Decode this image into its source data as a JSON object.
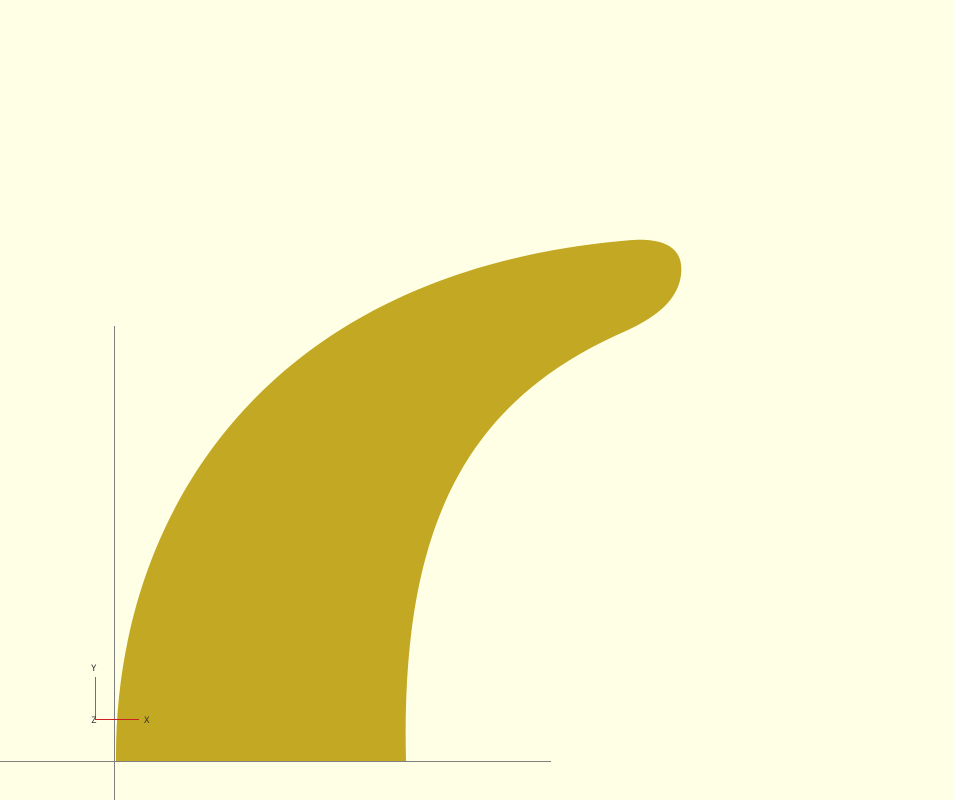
{
  "viewport": {
    "background_color": "#ffffe5",
    "model_color": "#c2a823",
    "axis_color": "#808080"
  },
  "axis_indicator": {
    "x_label": "X",
    "y_label": "Y",
    "z_label": "Z",
    "x_color": "#cc2222",
    "y_color": "#22aa22",
    "z_color": "#2222cc"
  }
}
